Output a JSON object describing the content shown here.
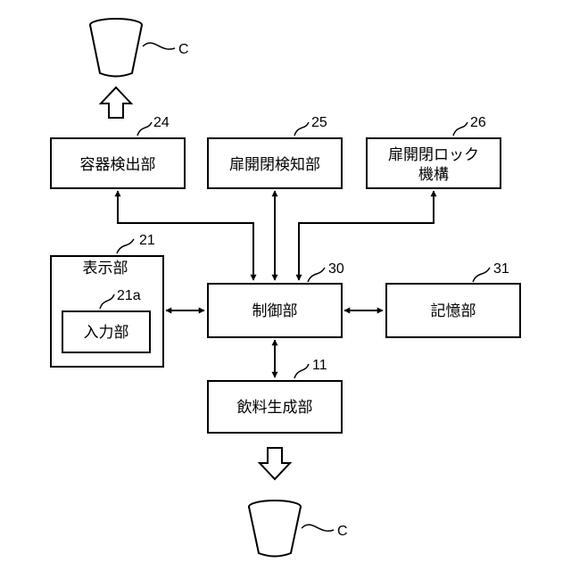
{
  "blocks": {
    "container_detection": {
      "label": "容器検出部",
      "ref": "24"
    },
    "door_detection": {
      "label": "扉開閉検知部",
      "ref": "25"
    },
    "door_lock_line1": "扉開閉ロック",
    "door_lock_line2": "機構",
    "door_lock_ref": "26",
    "display": {
      "label": "表示部",
      "ref": "21"
    },
    "input": {
      "label": "入力部",
      "ref": "21a"
    },
    "control": {
      "label": "制御部",
      "ref": "30"
    },
    "storage": {
      "label": "記憶部",
      "ref": "31"
    },
    "beverage": {
      "label": "飲料生成部",
      "ref": "11"
    }
  },
  "cups": {
    "top": {
      "ref": "C"
    },
    "bottom": {
      "ref": "C"
    }
  }
}
